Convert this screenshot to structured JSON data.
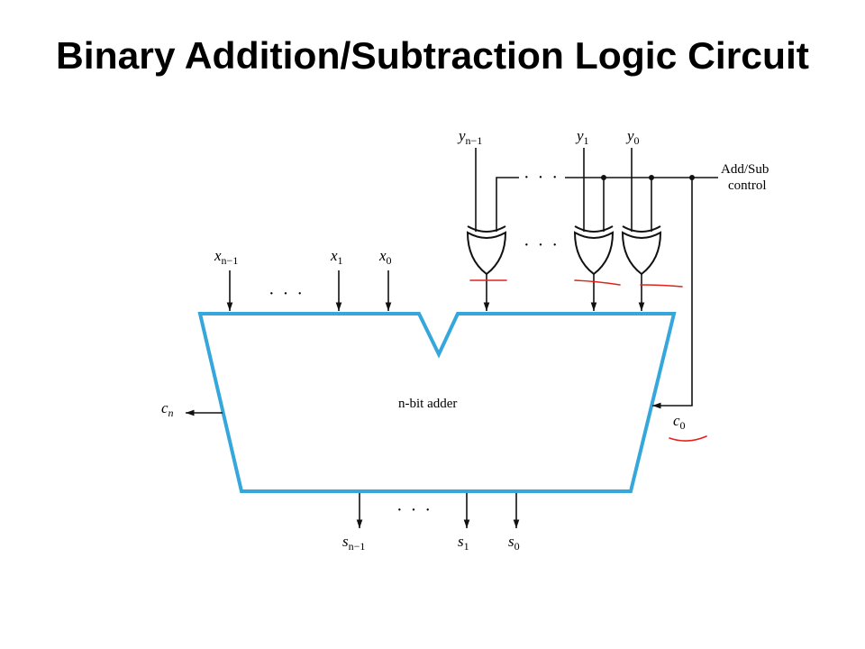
{
  "title": "Binary Addition/Subtraction Logic Circuit",
  "diagram": {
    "adder_label": "n-bit adder",
    "control_label_line1": "Add/Sub",
    "control_label_line2": "control",
    "ellipsis": "· · ·",
    "inputs_x": [
      {
        "var": "x",
        "sub": "n−1"
      },
      {
        "var": "x",
        "sub": "1"
      },
      {
        "var": "x",
        "sub": "0"
      }
    ],
    "inputs_y": [
      {
        "var": "y",
        "sub": "n−1"
      },
      {
        "var": "y",
        "sub": "1"
      },
      {
        "var": "y",
        "sub": "0"
      }
    ],
    "outputs_s": [
      {
        "var": "s",
        "sub": "n−1"
      },
      {
        "var": "s",
        "sub": "1"
      },
      {
        "var": "s",
        "sub": "0"
      }
    ],
    "carry_out": {
      "var": "c",
      "sub": "n"
    },
    "carry_in": {
      "var": "c",
      "sub": "0"
    }
  },
  "colors": {
    "title": "#000000",
    "adder_outline": "#35a7db",
    "wires": "#111111",
    "annotation": "#e3221a"
  }
}
